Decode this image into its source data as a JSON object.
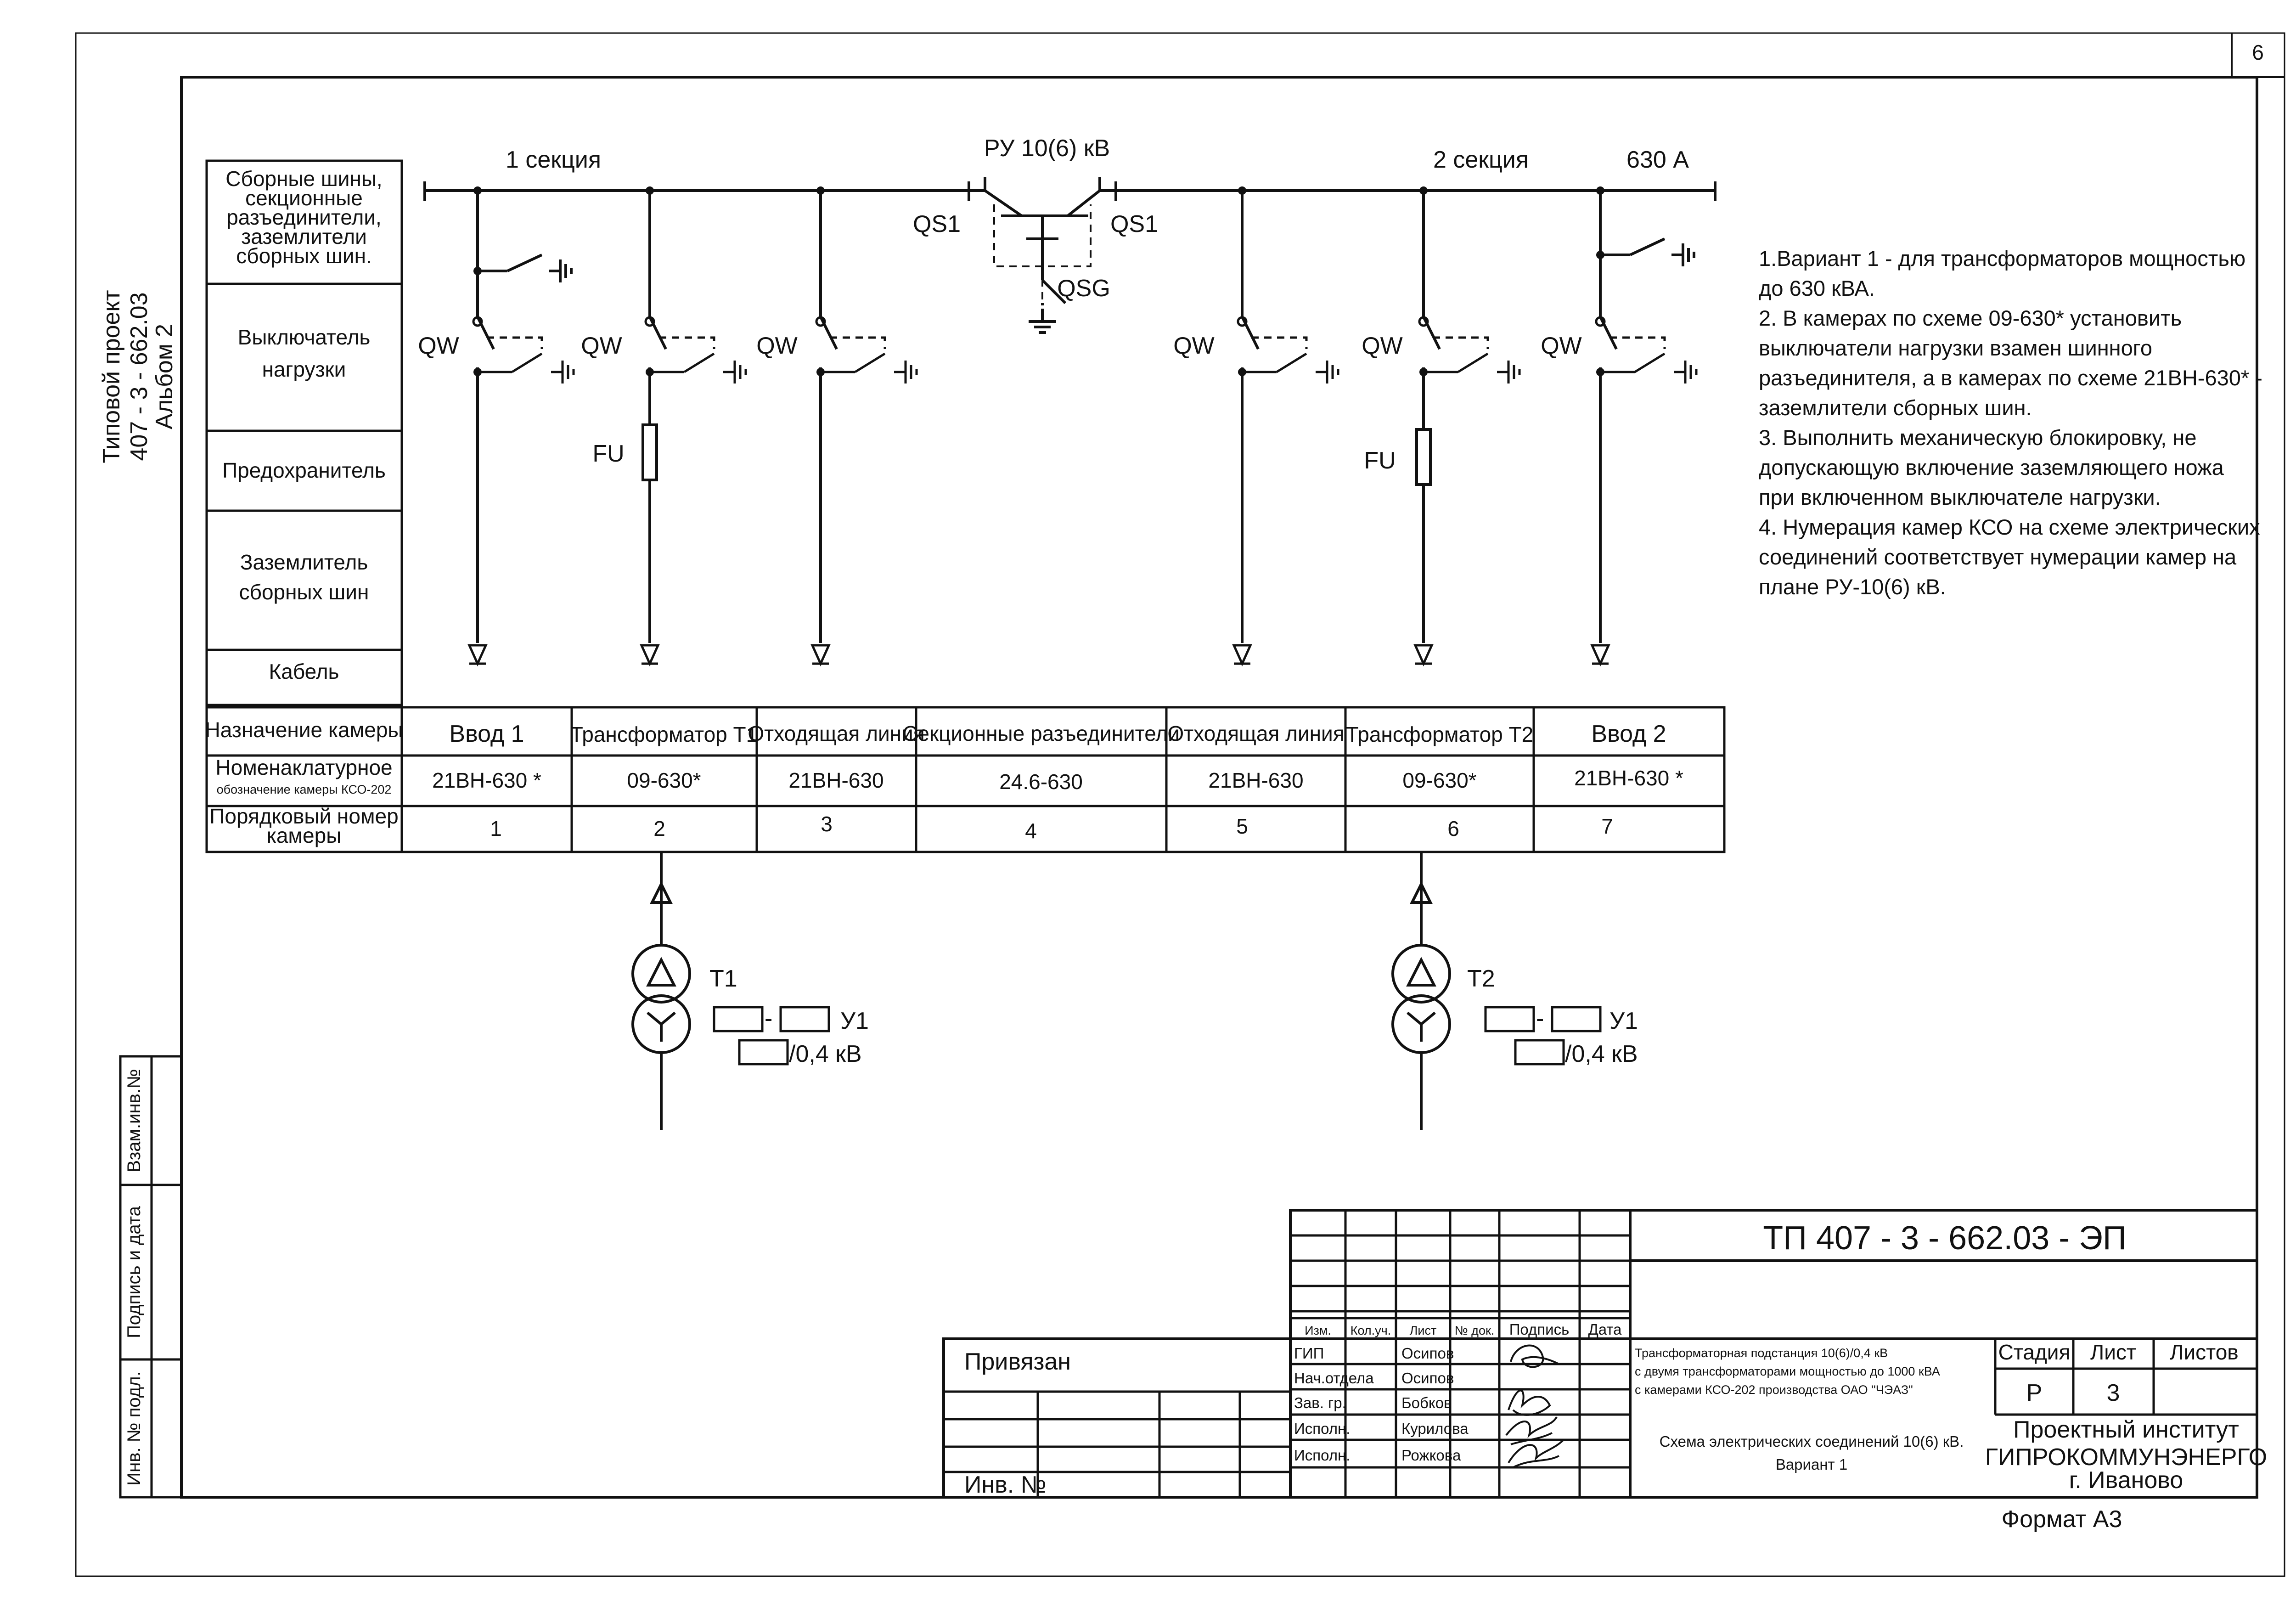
{
  "sheet_number": "6",
  "side_stamp": {
    "line1": "Типовой проект",
    "line2": "407 - 3 - 662.03",
    "line3": "Альбом 2"
  },
  "side_fields": {
    "vzam": "Взам.инв.№",
    "podpis": "Подпись и дата",
    "inv_podl": "Инв. № подл."
  },
  "row_labels": {
    "busbars": [
      "Сборные шины,",
      "секционные",
      "разъединители,",
      "заземлители",
      "сборных шин."
    ],
    "switch": [
      "Выключатель",
      "нагрузки"
    ],
    "fuse": "Предохранитель",
    "earthing": [
      "Заземлитель",
      "сборных шин"
    ],
    "cable": "Кабель"
  },
  "diagram_labels": {
    "section1": "1 секция",
    "section2": "2 секция",
    "ru": "РУ 10(6) кВ",
    "current": "630 А",
    "qs1": "QS1",
    "qsg": "QSG",
    "qw": "QW",
    "fu": "FU",
    "t1": "T1",
    "t2": "T2",
    "y1": "У1",
    "dash": "-",
    "lv": "/0,4 кВ"
  },
  "table": {
    "row_headers": {
      "purpose": "Назначение камеры",
      "nomenclature": [
        "Номенаклатурное",
        "обозначение камеры КСО-202"
      ],
      "number": [
        "Порядковый номер",
        "камеры"
      ]
    },
    "columns": [
      {
        "purpose": "Ввод 1",
        "code": "21ВН-630 *",
        "num": "1"
      },
      {
        "purpose": "Трансформатор Т1",
        "code": "09-630*",
        "num": "2"
      },
      {
        "purpose": "Отходящая линия",
        "code": "21ВН-630",
        "num": "3"
      },
      {
        "purpose": "Секционные разъединители",
        "code": "24.6-630",
        "num": "4"
      },
      {
        "purpose": "Отходящая линия",
        "code": "21ВН-630",
        "num": "5"
      },
      {
        "purpose": "Трансформатор Т2",
        "code": "09-630*",
        "num": "6"
      },
      {
        "purpose": "Ввод 2",
        "code": "21ВН-630 *",
        "num": "7"
      }
    ]
  },
  "notes": [
    "1.Вариант 1 - для трансформаторов мощностью до 630 кВА.",
    "2. В камерах по схеме 09-630* установить выключатели нагрузки взамен шинного разъединителя, а в камерах по схеме 21ВН-630* - заземлители сборных шин.",
    "3. Выполнить механическую блокировку, не допускающую включение заземляющего ножа при включенном выключателе нагрузки.",
    "4. Нумерация камер КСО на схеме электрических соединений соответствует нумерации камер на плане РУ-10(6) кВ."
  ],
  "title_block": {
    "doc_code": "ТП  407 - 3 - 662.03 - ЭП",
    "privyazan": "Привязан",
    "inv": "Инв. №",
    "headers": [
      "Изм.",
      "Кол.уч.",
      "Лист",
      "№ док.",
      "Подпись",
      "Дата"
    ],
    "roles": [
      {
        "role": "ГИП",
        "name": "Осипов"
      },
      {
        "role": "Нач.отдела",
        "name": "Осипов"
      },
      {
        "role": "Зав. гр.",
        "name": "Бобков"
      },
      {
        "role": "Исполн.",
        "name": "Курилова"
      },
      {
        "role": "Исполн.",
        "name": "Рожкова"
      }
    ],
    "description": [
      "Трансформаторная подстанция 10(6)/0,4 кВ",
      "с двумя трансформаторами мощностью до 1000 кВА",
      "с камерами КСО-202 производства ОАО \"ЧЭАЗ\""
    ],
    "drawing_title": [
      "Схема электрических соединений 10(6) кВ.",
      "Вариант 1"
    ],
    "stage_label": "Стадия",
    "sheet_label": "Лист",
    "sheets_label": "Листов",
    "stage": "Р",
    "sheet": "3",
    "sheets": "",
    "organization": [
      "Проектный институт",
      "ГИПРОКОММУНЭНЕРГО",
      "г. Иваново"
    ],
    "format": "Формат А3"
  }
}
